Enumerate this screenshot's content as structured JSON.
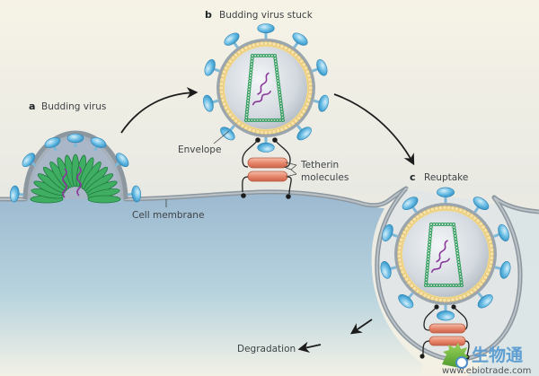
{
  "figure": {
    "panels": [
      {
        "letter": "a",
        "title": "Budding virus"
      },
      {
        "letter": "b",
        "title": "Budding virus stuck"
      },
      {
        "letter": "c",
        "title": "Reuptake"
      }
    ],
    "labels": {
      "envelope": "Envelope",
      "tetherin_line1": "Tetherin",
      "tetherin_line2": "molecules",
      "cell_membrane": "Cell membrane",
      "degradation": "Degradation"
    },
    "colors": {
      "background_top": "#f5f2e5",
      "cell_interior": "#9fbfd6",
      "membrane": "#9aa3aa",
      "capsid_green": "#2f9e5a",
      "rna_purple": "#8a3a9a",
      "spike_blue": "#5bb3e0",
      "lipid_yellow": "#f3d88a",
      "tetherin_salmon": "#e8876c"
    }
  },
  "watermark": {
    "chinese": "生物通",
    "url": "www.ebiotrade.com"
  }
}
